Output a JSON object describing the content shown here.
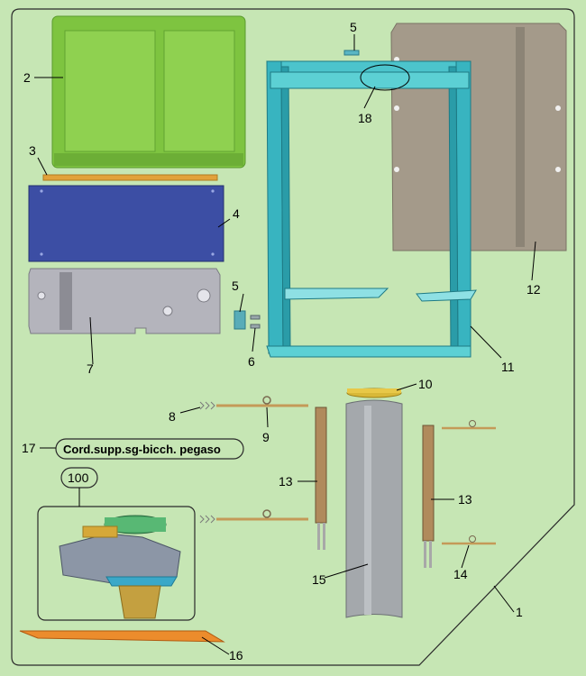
{
  "diagram": {
    "part_numbers": {
      "p1": "1",
      "p2": "2",
      "p3": "3",
      "p4": "4",
      "p5_top": "5",
      "p5_side": "5",
      "p6": "6",
      "p7": "7",
      "p8": "8",
      "p9": "9",
      "p10": "10",
      "p11": "11",
      "p12": "12",
      "p13_left": "13",
      "p13_right": "13",
      "p14": "14",
      "p15": "15",
      "p16": "16",
      "p17": "17",
      "p18": "18",
      "p100": "100"
    },
    "callout_17_text": "Cord.supp.sg-bicch. pegaso",
    "colors": {
      "background": "#c6e6b4",
      "panel_green": "#7ec440",
      "panel_blue": "#3c4ea4",
      "panel_grey": "#b4b4bc",
      "frame_teal": "#38b4c0",
      "back_panel": "#a49a8a",
      "tube_grey": "#a4a8ac",
      "lid_yellow": "#d8b838",
      "tray_orange": "#ec8c2c"
    }
  }
}
